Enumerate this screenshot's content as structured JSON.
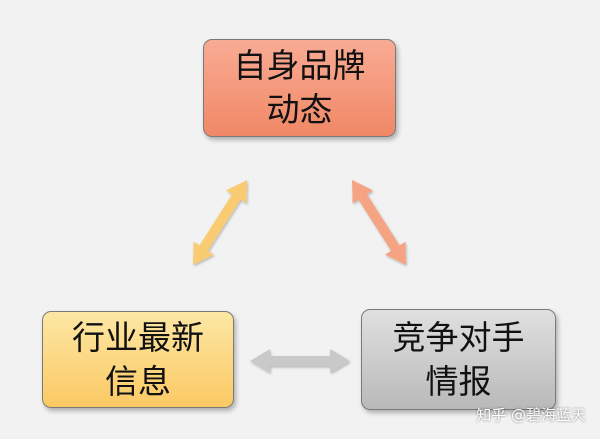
{
  "nodes": {
    "top": {
      "line1": "自身品牌",
      "line2": "动态",
      "color_from": "#f9ab94",
      "color_to": "#f08866"
    },
    "left": {
      "line1": "行业最新",
      "line2": "信息",
      "color_from": "#fde7a4",
      "color_to": "#fbc964"
    },
    "right": {
      "line1": "竞争对手",
      "line2": "情报",
      "color_from": "#e0e0e0",
      "color_to": "#b9b9b9"
    }
  },
  "arrows": {
    "left_top": {
      "color": "#f9cb72",
      "direction": "bidirectional"
    },
    "top_right": {
      "color": "#f4a383",
      "direction": "bidirectional"
    },
    "left_right": {
      "color": "#c9c9c9",
      "direction": "bidirectional"
    }
  },
  "watermark": "知乎 @碧海蓝天"
}
